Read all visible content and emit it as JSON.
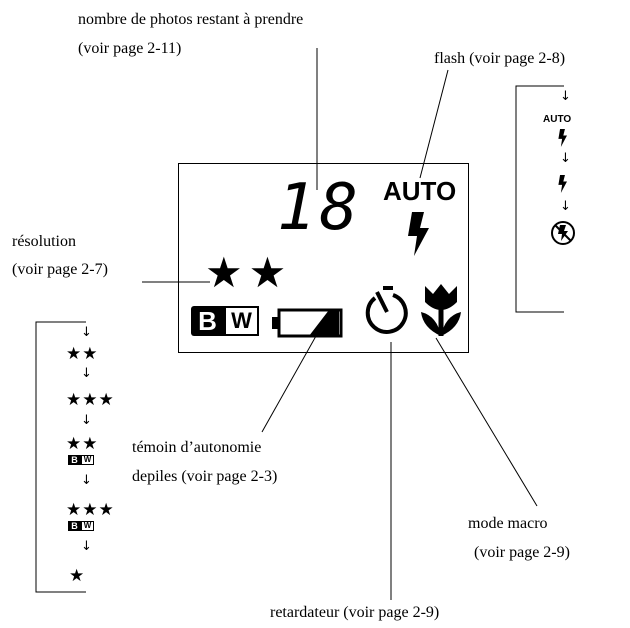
{
  "labels": {
    "photos_left_line1": "nombre de photos restant à prendre",
    "photos_left_line2": "(voir page 2-11)",
    "flash": "flash (voir  page 2-8)",
    "resolution_line1": "résolution",
    "resolution_line2": "(voir page 2-7)",
    "battery_line1": "témoin d’autonomie",
    "battery_line2": "depiles (voir page 2-3)",
    "macro_line1": "mode macro",
    "macro_line2": "(voir page 2-9)",
    "timer": "retardateur (voir page 2-9)"
  },
  "lcd": {
    "count": "18",
    "flash_mode": "AUTO",
    "resolution_stars": "★★",
    "bw_b": "B",
    "bw_w": "W",
    "battery_icon": "battery-icon",
    "timer_icon": "self-timer-icon",
    "macro_icon": "macro-tulip-icon",
    "flash_icon": "lightning-icon"
  },
  "resolution_cycle": [
    {
      "stars": "★★",
      "bw": false
    },
    {
      "stars": "★★★",
      "bw": false
    },
    {
      "stars": "★★",
      "bw": true
    },
    {
      "stars": "★★★",
      "bw": true
    },
    {
      "stars": "★",
      "bw": false
    }
  ],
  "flash_cycle": {
    "auto_label": "AUTO",
    "items": [
      "auto-lightning-icon",
      "lightning-icon",
      "flash-off-icon"
    ]
  }
}
